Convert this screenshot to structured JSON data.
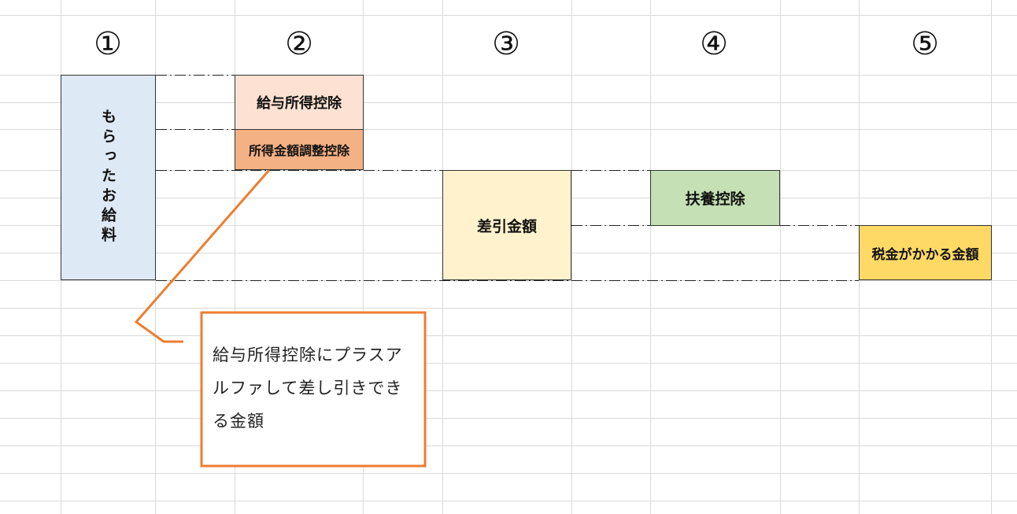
{
  "steps": [
    "①",
    "②",
    "③",
    "④",
    "⑤"
  ],
  "boxes": {
    "salary": {
      "label": "もらったお給料",
      "color": "#dde9f5"
    },
    "employment_deduction": {
      "label": "給与所得控除",
      "color": "#fde2d3"
    },
    "income_adjustment_deduction": {
      "label": "所得金額調整控除",
      "color": "#f4b183"
    },
    "net_amount": {
      "label": "差引金額",
      "color": "#fff2cc"
    },
    "dependent_deduction": {
      "label": "扶養控除",
      "color": "#c5e0b4"
    },
    "taxable_amount": {
      "label": "税金がかかる金額",
      "color": "#ffd966"
    }
  },
  "callout": {
    "text": "給与所得控除にプラスアルファして差し引きできる金額",
    "border_color": "#ed7d31"
  },
  "colors": {
    "grid_line": "#d9d9d9",
    "guide_line": "#222222"
  }
}
